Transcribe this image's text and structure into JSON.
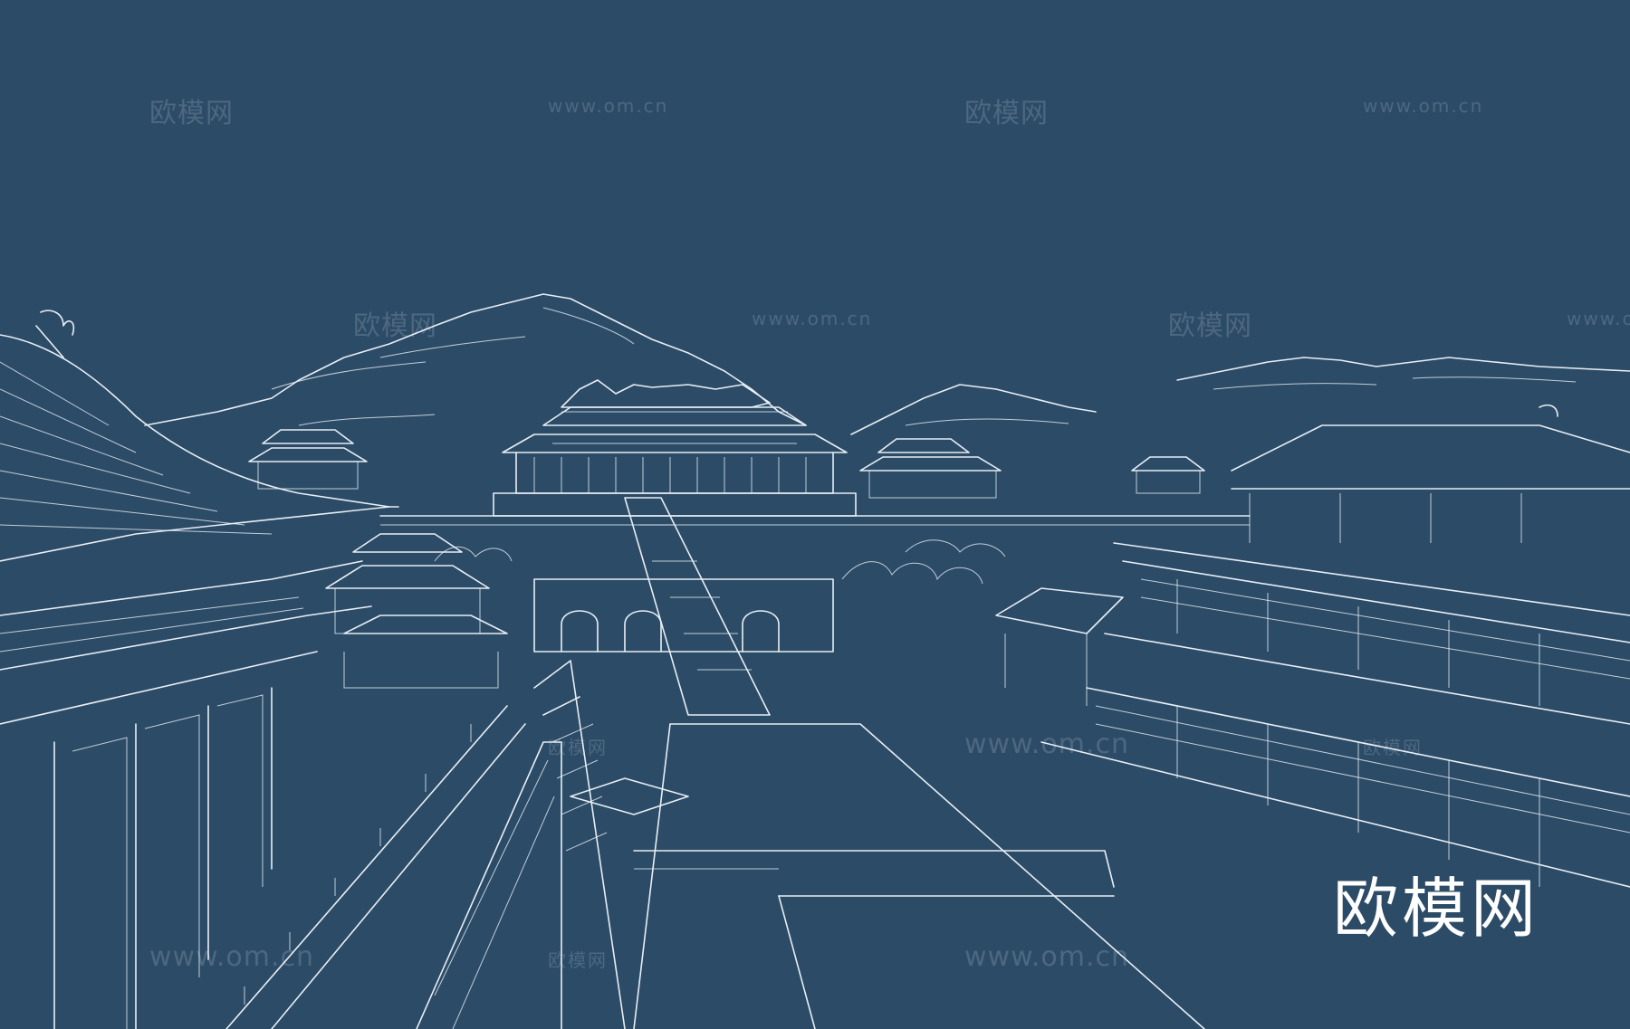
{
  "scene": {
    "background_color": "#2b4b67",
    "line_color": "#e8eef4"
  },
  "watermarks": [
    {
      "text": "欧模网",
      "kind": "cn"
    },
    {
      "text": "www.om.cn",
      "kind": "url"
    },
    {
      "text": "欧模网",
      "kind": "cn"
    },
    {
      "text": "www.om.cn",
      "kind": "url"
    },
    {
      "text": "欧模网",
      "kind": "cn"
    },
    {
      "text": "www.om.cn",
      "kind": "url"
    },
    {
      "text": "欧模网",
      "kind": "cn"
    },
    {
      "text": "www.om.cn",
      "kind": "url"
    },
    {
      "text": "欧模网",
      "kind": "cn"
    },
    {
      "text": "www.om.cn",
      "kind": "url"
    },
    {
      "text": "欧模网",
      "kind": "cn"
    },
    {
      "text": "www.om.cn",
      "kind": "url"
    },
    {
      "text": "欧模网",
      "kind": "cn"
    },
    {
      "text": "www.om.cn",
      "kind": "url"
    }
  ],
  "logo": {
    "text": "欧模网"
  }
}
